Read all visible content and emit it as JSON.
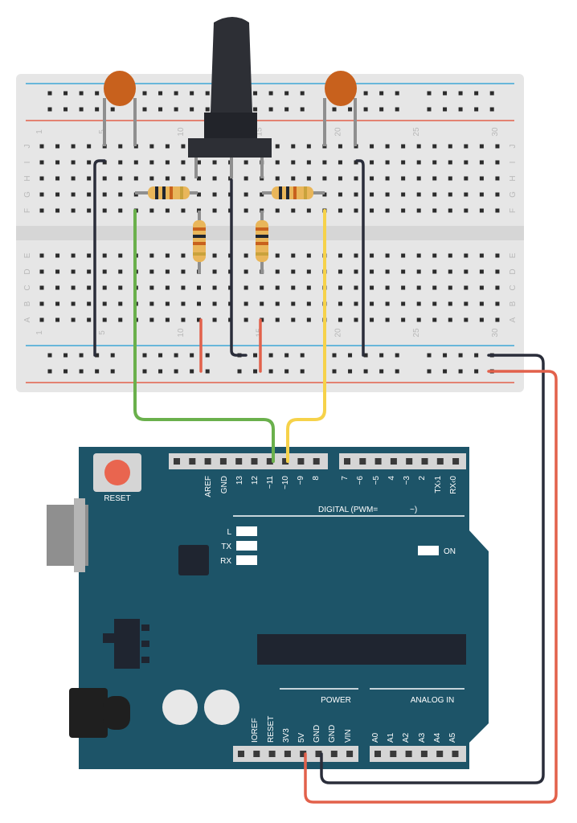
{
  "arduino": {
    "reset_label": "RESET",
    "digital_header": "DIGITAL (PWM=",
    "digital_tilde": "~)",
    "power_header": "POWER",
    "analog_header": "ANALOG IN",
    "led_labels": [
      "L",
      "TX",
      "RX"
    ],
    "on_label": "ON",
    "digital_pins_left": [
      "AREF",
      "GND",
      "13",
      "12",
      "~11",
      "~10",
      "~9",
      "8"
    ],
    "digital_pins_right": [
      "7",
      "~6",
      "~5",
      "4",
      "~3",
      "2",
      "TX›1",
      "RX‹0"
    ],
    "power_pins": [
      "IOREF",
      "RESET",
      "3V3",
      "5V",
      "GND",
      "GND",
      "VIN"
    ],
    "analog_pins": [
      "A0",
      "A1",
      "A2",
      "A3",
      "A4",
      "A5"
    ]
  },
  "breadboard": {
    "column_numbers": [
      "1",
      "5",
      "10",
      "15",
      "20",
      "25",
      "30"
    ],
    "top_row_letters": [
      "J",
      "I",
      "H",
      "G",
      "F"
    ],
    "bottom_row_letters": [
      "E",
      "D",
      "C",
      "B",
      "A"
    ]
  },
  "colors": {
    "board": "#1d5468",
    "breadboard": "#e6e6e6",
    "wire_black": "#2a2d3a",
    "wire_red": "#e2614b",
    "wire_green": "#6ab04c",
    "wire_yellow": "#f6d24a",
    "rail_blue": "#3fa7d6",
    "rail_red": "#e2614b",
    "capacitor": "#c8611d",
    "resistor": "#e9b65a",
    "reset_button": "#e9654f"
  }
}
